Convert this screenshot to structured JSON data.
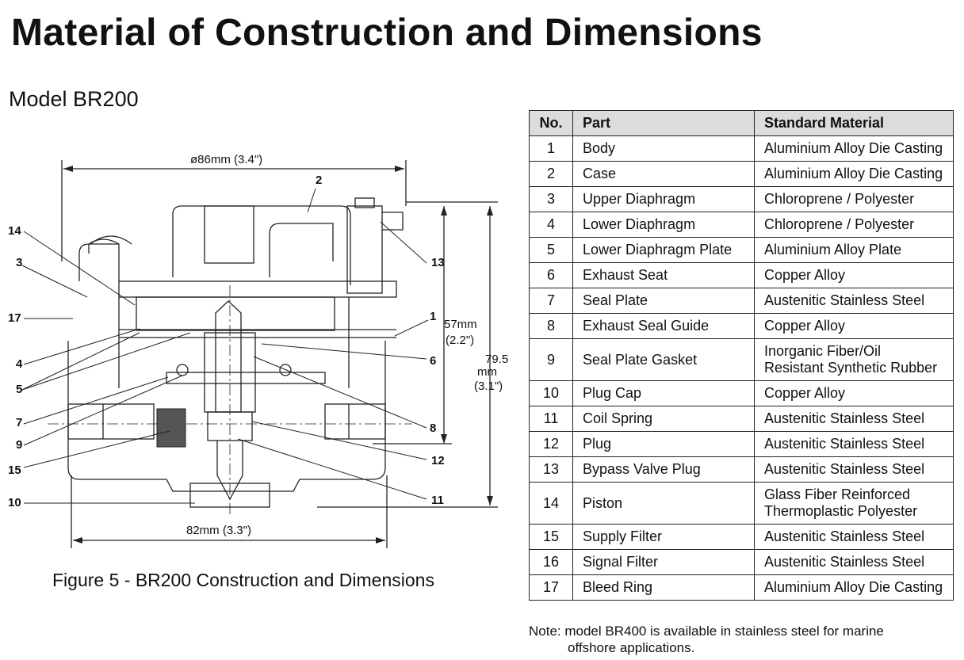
{
  "page": {
    "title": "Material of Construction and Dimensions",
    "model": "Model BR200",
    "caption": "Figure 5 - BR200 Construction and Dimensions"
  },
  "drawing": {
    "dim_top": "ø86mm (3.4\")",
    "dim_bottom": "82mm (3.3\")",
    "dim_h1_a": "57mm",
    "dim_h1_b": "(2.2\")",
    "dim_h2_a": "79.5",
    "dim_h2_b": "mm",
    "dim_h2_c": "(3.1\")",
    "callouts": {
      "c1": "1",
      "c2": "2",
      "c3": "3",
      "c4": "4",
      "c5": "5",
      "c6": "6",
      "c7": "7",
      "c8": "8",
      "c9": "9",
      "c10": "10",
      "c11": "11",
      "c12": "12",
      "c13": "13",
      "c14": "14",
      "c15": "15",
      "c17": "17"
    }
  },
  "table": {
    "headers": {
      "no": "No.",
      "part": "Part",
      "material": "Standard Material"
    },
    "rows": [
      {
        "no": "1",
        "part": "Body",
        "material": "Aluminium Alloy Die Casting"
      },
      {
        "no": "2",
        "part": "Case",
        "material": "Aluminium Alloy Die Casting"
      },
      {
        "no": "3",
        "part": "Upper Diaphragm",
        "material": "Chloroprene / Polyester"
      },
      {
        "no": "4",
        "part": "Lower Diaphragm",
        "material": "Chloroprene / Polyester"
      },
      {
        "no": "5",
        "part": "Lower Diaphragm Plate",
        "material": "Aluminium Alloy Plate"
      },
      {
        "no": "6",
        "part": "Exhaust Seat",
        "material": "Copper Alloy"
      },
      {
        "no": "7",
        "part": "Seal Plate",
        "material": "Austenitic Stainless Steel"
      },
      {
        "no": "8",
        "part": "Exhaust Seal Guide",
        "material": "Copper Alloy"
      },
      {
        "no": "9",
        "part": "Seal Plate Gasket",
        "material": "Inorganic Fiber/Oil",
        "material2": "Resistant Synthetic Rubber"
      },
      {
        "no": "10",
        "part": "Plug Cap",
        "material": "Copper Alloy"
      },
      {
        "no": "11",
        "part": "Coil Spring",
        "material": "Austenitic Stainless Steel"
      },
      {
        "no": "12",
        "part": "Plug",
        "material": "Austenitic Stainless Steel"
      },
      {
        "no": "13",
        "part": "Bypass Valve Plug",
        "material": "Austenitic Stainless Steel"
      },
      {
        "no": "14",
        "part": "Piston",
        "material": "Glass Fiber Reinforced",
        "material2": "Thermoplastic Polyester"
      },
      {
        "no": "15",
        "part": "Supply Filter",
        "material": "Austenitic Stainless Steel"
      },
      {
        "no": "16",
        "part": "Signal Filter",
        "material": "Austenitic Stainless Steel"
      },
      {
        "no": "17",
        "part": "Bleed Ring",
        "material": "Aluminium Alloy Die Casting"
      }
    ]
  },
  "note": {
    "line1": "Note: model BR400 is available in stainless steel for marine",
    "line2": "offshore applications."
  }
}
